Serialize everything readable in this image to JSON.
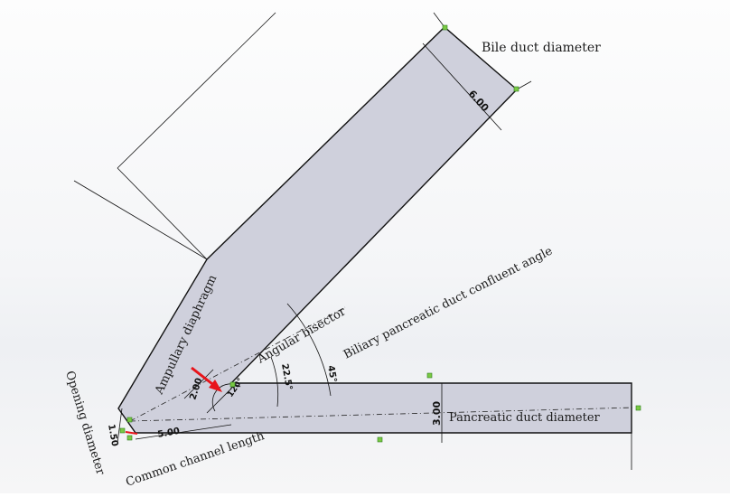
{
  "labels": {
    "bile_duct_diameter": "Bile duct diameter",
    "pancreatic_duct_diameter": "Pancreatic duct diameter",
    "ampullary_diaphragm": "Ampullary diaphragm",
    "angular_bisector": "Angular bisector",
    "confluent_angle": "Biliary pancreatic duct confluent angle",
    "opening_diameter": "Opening diameter",
    "common_channel_length": "Common channel length"
  },
  "dimensions": {
    "bile_duct": "6.00",
    "pancreatic_duct": "3.00",
    "ampulla_width": "2.00",
    "opening": "1.50",
    "common_channel": "5.00",
    "angle_half": "22.5°",
    "angle_confluent": "45°",
    "angle_inner": "120°"
  },
  "colors": {
    "part_fill": "#cfd0dc",
    "node": "#7ac943",
    "arrow": "#e8141a"
  }
}
